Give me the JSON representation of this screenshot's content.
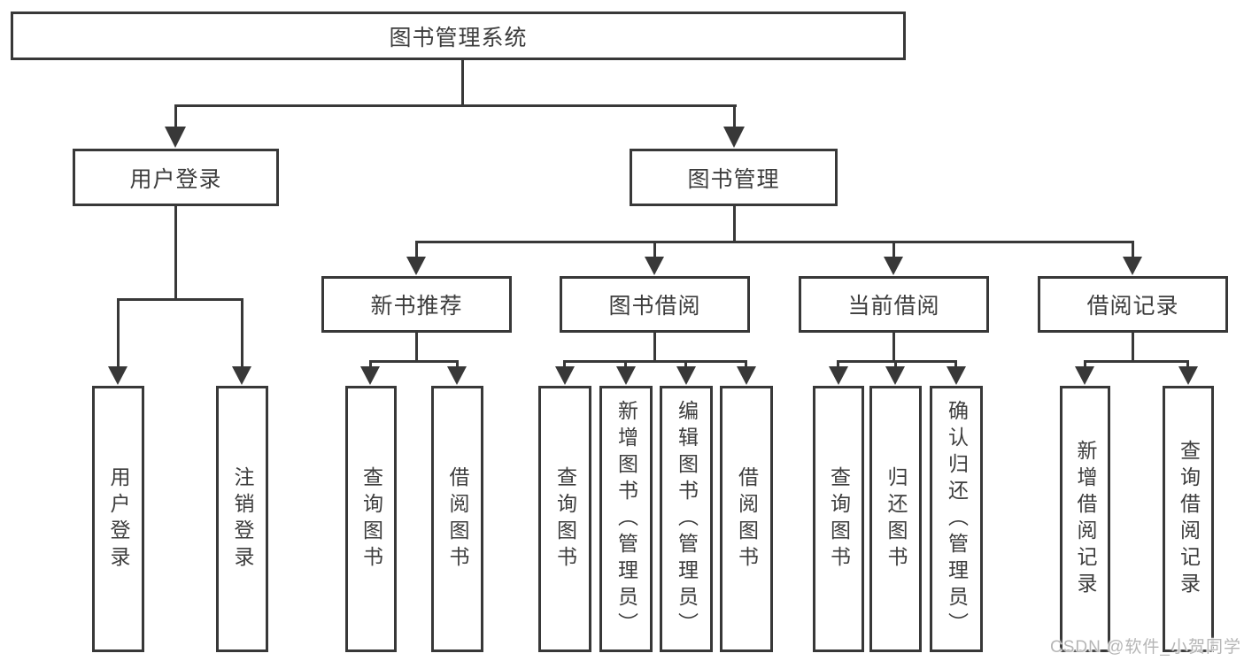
{
  "diagram": {
    "type": "hierarchy-tree",
    "tree": {
      "root": {
        "label": "图书管理系统",
        "children": [
          {
            "label": "用户登录",
            "children": [
              {
                "label": "用户登录"
              },
              {
                "label": "注销登录"
              }
            ]
          },
          {
            "label": "图书管理",
            "children": [
              {
                "label": "新书推荐",
                "children": [
                  {
                    "label": "查询图书"
                  },
                  {
                    "label": "借阅图书"
                  }
                ]
              },
              {
                "label": "图书借阅",
                "children": [
                  {
                    "label": "查询图书"
                  },
                  {
                    "label": "新增图书（管理员）"
                  },
                  {
                    "label": "编辑图书（管理员）"
                  },
                  {
                    "label": "借阅图书"
                  }
                ]
              },
              {
                "label": "当前借阅",
                "children": [
                  {
                    "label": "查询图书"
                  },
                  {
                    "label": "归还图书"
                  },
                  {
                    "label": "确认归还（管理员）"
                  }
                ]
              },
              {
                "label": "借阅记录",
                "children": [
                  {
                    "label": "新增借阅记录"
                  },
                  {
                    "label": "查询借阅记录"
                  }
                ]
              }
            ]
          }
        ]
      }
    },
    "colors": {
      "line": "#383838",
      "text": "#3d3d3d",
      "background": "#ffffff",
      "watermark": "#b6b6b6"
    },
    "watermark": {
      "text": "CSDN @软件_小贺同学"
    }
  }
}
